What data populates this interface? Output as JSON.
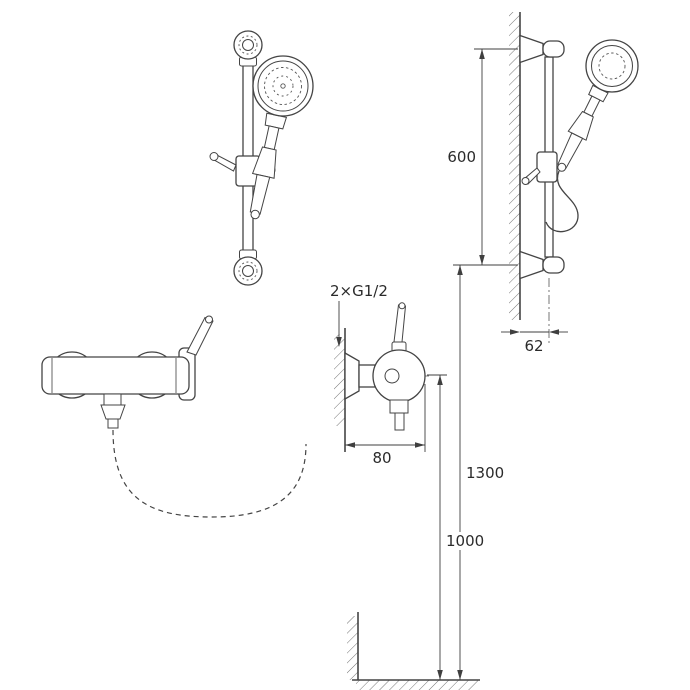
{
  "dimensions": {
    "rail_length": "600",
    "wall_offset": "62",
    "mixer_depth": "80",
    "mixer_height": "1000",
    "rail_bottom_height": "1300",
    "connection": "2×G1/2"
  },
  "colors": {
    "line": "#444444",
    "text": "#2b2b2b",
    "background": "#ffffff",
    "hatch": "#666666"
  }
}
